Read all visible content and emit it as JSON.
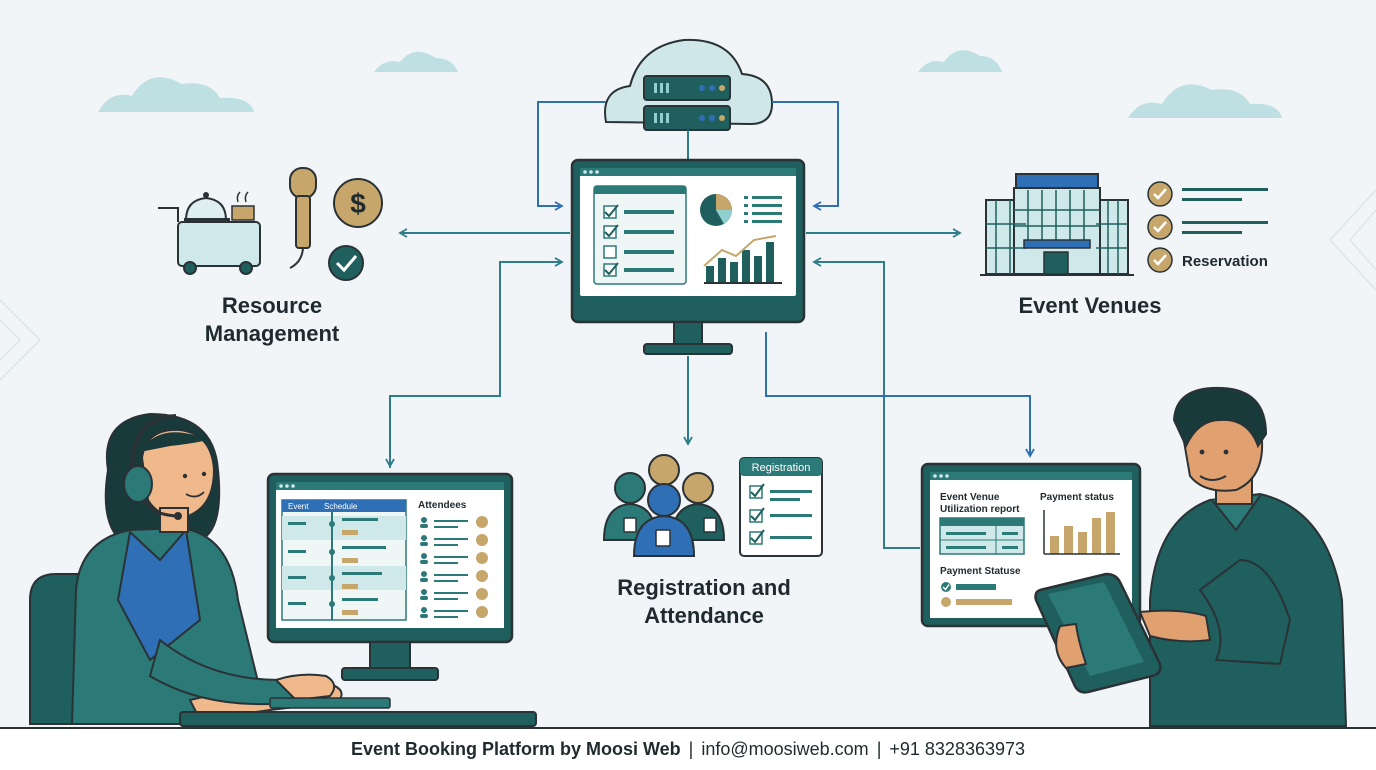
{
  "nodes": {
    "resource_management": {
      "line1": "Resource",
      "line2": "Management"
    },
    "event_venues": {
      "label": "Event Venues",
      "badge": "Reservation"
    },
    "registration_attendance": {
      "line1": "Registration and",
      "line2": "Attendance",
      "card_title": "Registration"
    },
    "schedule_screen": {
      "col1": "Event",
      "col2": "Schedule",
      "attendees": "Attendees"
    },
    "report_screen": {
      "utilization_line1": "Event Venue",
      "utilization_line2": "Utilization report",
      "payment_status": "Payment status",
      "payment_statuse": "Payment Statuse"
    }
  },
  "footer": {
    "brand": "Event Booking Platform by Moosi Web",
    "email": "info@moosiweb.com",
    "phone": "+91 8328363973"
  },
  "colors": {
    "teal_dark": "#1f5f5e",
    "teal": "#2b7a78",
    "teal_light": "#cfe9ea",
    "blue": "#2f6fb5",
    "gold": "#c6a66a",
    "arrow": "#2e7d8a",
    "cloud": "#bfe0e2"
  }
}
